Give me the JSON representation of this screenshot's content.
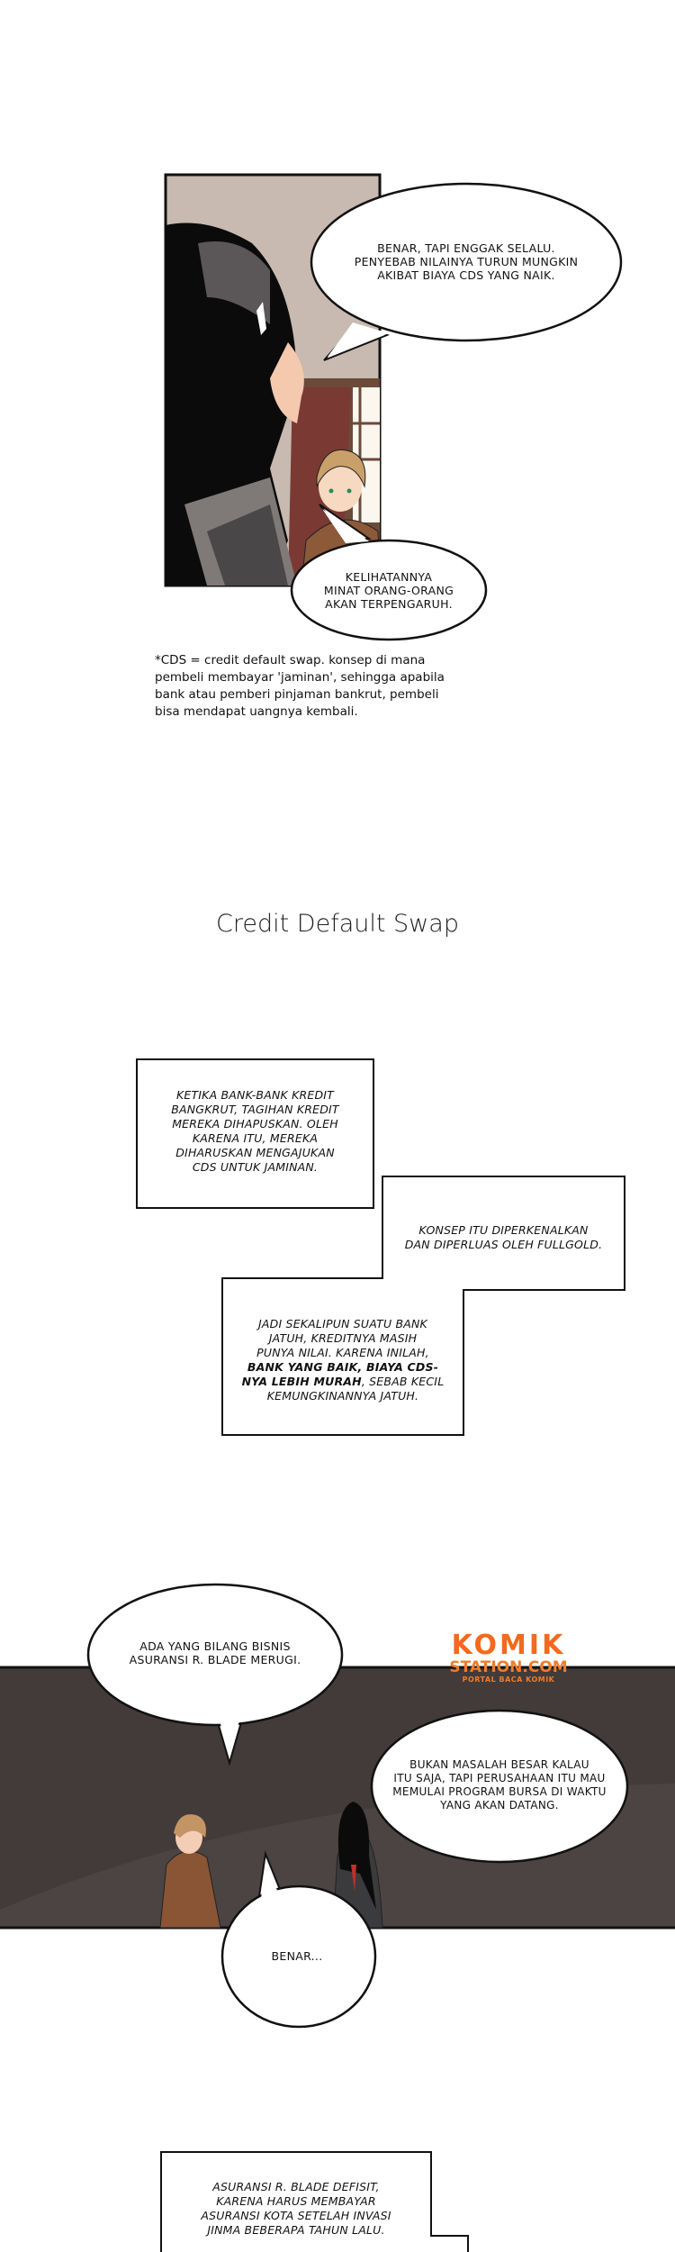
{
  "panel1": {
    "bubble_top": [
      "Benar, tapi enggak selalu.",
      "Penyebab nilainya turun mungkin",
      "akibat biaya CDS yang naik."
    ],
    "bubble_bottom": [
      "Kelihatannya",
      "minat orang-orang",
      "akan terpengaruh."
    ]
  },
  "footnote": "*CDS = credit default swap. konsep di mana pembeli membayar 'jaminan', sehingga apabila bank atau pemberi pinjaman bankrut, pembeli bisa mendapat uangnya kembali.",
  "section_title": "Credit Default Swap",
  "narration": {
    "box1": [
      "KETIKA BANK-BANK KREDIT",
      "BANGKRUT, TAGIHAN KREDIT",
      "MEREKA DIHAPUSKAN. OLEH",
      "KARENA ITU, MEREKA",
      "DIHARUSKAN MENGAJUKAN",
      "CDS UNTUK JAMINAN."
    ],
    "box2": [
      "KONSEP ITU DIPERKENALKAN",
      "DAN DIPERLUAS OLEH FULLGOLD."
    ],
    "box3_plain1": [
      "JADI SEKALIPUN SUATU BANK",
      "JATUH, KREDITNYA MASIH",
      "PUNYA NILAI. KARENA INILAH,"
    ],
    "box3_bold": [
      "BANK YANG BAIK, BIAYA CDS-",
      "NYA LEBIH MURAH"
    ],
    "box3_plain2": [
      ", SEBAB KECIL",
      "KEMUNGKINANNYA JATUH."
    ],
    "box4": [
      "ASURANSI R. BLADE DEFISIT,",
      "KARENA HARUS MEMBAYAR",
      "ASURANSI KOTA SETELAH INVASI",
      "JINMA BEBERAPA TAHUN LALU."
    ]
  },
  "panel2": {
    "bubble_a": [
      "Ada yang bilang bisnis",
      "asuransi R. Blade merugi."
    ],
    "bubble_b": [
      "Bukan masalah besar kalau",
      "itu saja, tapi perusahaan itu mau",
      "memulai program bursa di waktu",
      "yang akan datang."
    ],
    "bubble_c": "Benar..."
  },
  "watermark": {
    "line1": "KOMIK",
    "line2": "STATION.COM",
    "line3": "PORTAL BACA KOMIK"
  },
  "colors": {
    "panel1_bg": "#c8bab0",
    "panel2_bg": "#4c4343",
    "logo": "#f26a1e"
  }
}
